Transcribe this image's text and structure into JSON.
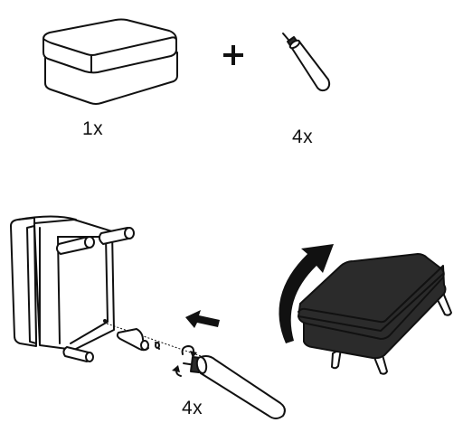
{
  "step1": {
    "ottoman_qty": "1x",
    "legs_qty": "4x"
  },
  "step2": {
    "legs_qty": "4x"
  },
  "icons": {
    "ottoman": "ottoman-icon",
    "plus": "plus-icon",
    "leg": "furniture-leg-icon",
    "arrow": "arrow-left-icon",
    "rotate": "rotate-arrow-icon",
    "flip": "flip-arrow-icon"
  }
}
